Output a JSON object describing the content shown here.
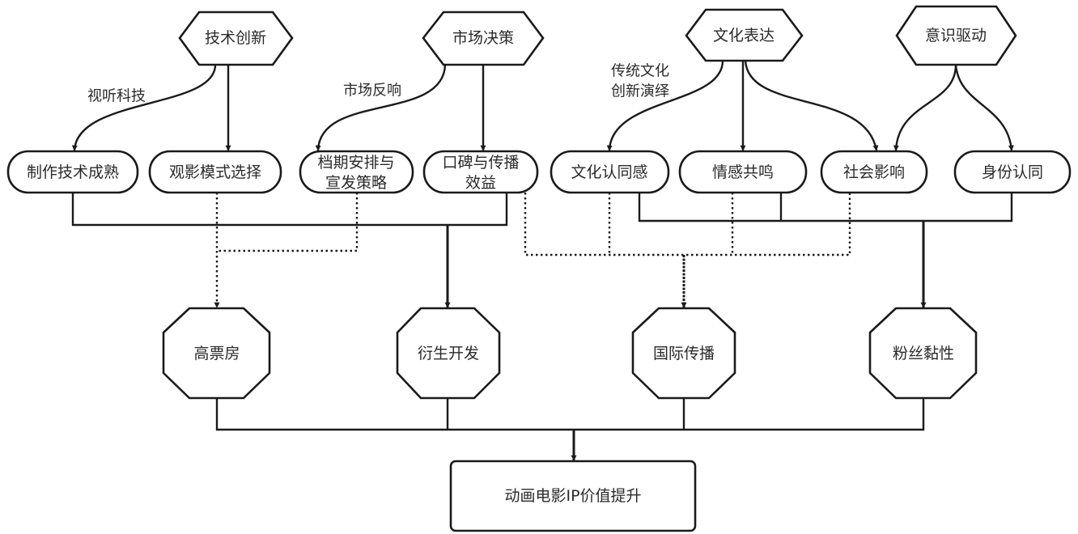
{
  "diagram": {
    "drivers": [
      {
        "id": "tech",
        "label": "技术创新"
      },
      {
        "id": "market",
        "label": "市场决策"
      },
      {
        "id": "culture",
        "label": "文化表达"
      },
      {
        "id": "awareness",
        "label": "意识驱动"
      }
    ],
    "edge_labels": {
      "tech_to_production": "视听科技",
      "market_to_schedule": "市场反响",
      "culture_to_identity_line1": "传统文化",
      "culture_to_identity_line2": "创新演绎"
    },
    "factors": [
      {
        "id": "production",
        "lines": [
          "制作技术成熟"
        ]
      },
      {
        "id": "viewing",
        "lines": [
          "观影模式选择"
        ]
      },
      {
        "id": "schedule",
        "lines": [
          "档期安排与",
          "宣发策略"
        ]
      },
      {
        "id": "wordofmouth",
        "lines": [
          "口碑与传播",
          "效益"
        ]
      },
      {
        "id": "cultural_identity",
        "lines": [
          "文化认同感"
        ]
      },
      {
        "id": "resonance",
        "lines": [
          "情感共鸣"
        ]
      },
      {
        "id": "social_impact",
        "lines": [
          "社会影响"
        ]
      },
      {
        "id": "self_identity",
        "lines": [
          "身份认同"
        ]
      }
    ],
    "outcomes": [
      {
        "id": "boxoffice",
        "label": "高票房"
      },
      {
        "id": "derivatives",
        "label": "衍生开发"
      },
      {
        "id": "international",
        "label": "国际传播"
      },
      {
        "id": "fans",
        "label": "粉丝黏性"
      }
    ],
    "result": {
      "label": "动画电影IP价值提升"
    },
    "edges": [
      {
        "from": "tech",
        "to": "production",
        "style": "solid",
        "label_key": "tech_to_production"
      },
      {
        "from": "tech",
        "to": "viewing",
        "style": "solid"
      },
      {
        "from": "market",
        "to": "schedule",
        "style": "solid",
        "label_key": "market_to_schedule"
      },
      {
        "from": "market",
        "to": "wordofmouth",
        "style": "solid"
      },
      {
        "from": "culture",
        "to": "cultural_identity",
        "style": "solid",
        "label_key": "culture_to_identity"
      },
      {
        "from": "culture",
        "to": "resonance",
        "style": "solid"
      },
      {
        "from": "culture",
        "to": "social_impact",
        "style": "solid"
      },
      {
        "from": "awareness",
        "to": "social_impact",
        "style": "solid"
      },
      {
        "from": "awareness",
        "to": "self_identity",
        "style": "solid"
      },
      {
        "from": [
          "production",
          "wordofmouth"
        ],
        "to": "derivatives",
        "style": "solid"
      },
      {
        "from": [
          "viewing",
          "schedule"
        ],
        "to": "boxoffice",
        "style": "dotted"
      },
      {
        "from": [
          "wordofmouth",
          "cultural_identity",
          "resonance",
          "social_impact"
        ],
        "to": "international",
        "style": "dotted"
      },
      {
        "from": [
          "cultural_identity",
          "resonance",
          "self_identity"
        ],
        "to": "fans",
        "style": "solid"
      },
      {
        "from": [
          "boxoffice",
          "derivatives",
          "international",
          "fans"
        ],
        "to": "result",
        "style": "solid"
      }
    ]
  }
}
